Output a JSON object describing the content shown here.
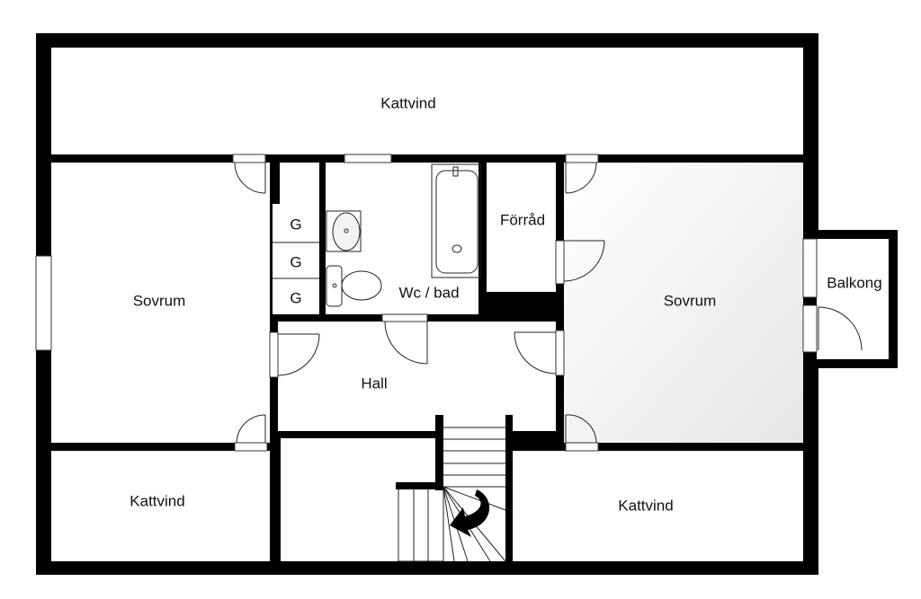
{
  "plan": {
    "rooms": {
      "kattvind_top": "Kattvind",
      "sovrum_left": "Sovrum",
      "closet_1": "G",
      "closet_2": "G",
      "closet_3": "G",
      "bathroom": "Wc / bad",
      "storage": "Förråd",
      "sovrum_right": "Sovrum",
      "balcony": "Balkong",
      "hall": "Hall",
      "kattvind_bottom_left": "Kattvind",
      "kattvind_bottom_right": "Kattvind"
    },
    "colors": {
      "wall": "#000000",
      "floor": "#ffffff",
      "shade": "#e8e8e8"
    }
  }
}
